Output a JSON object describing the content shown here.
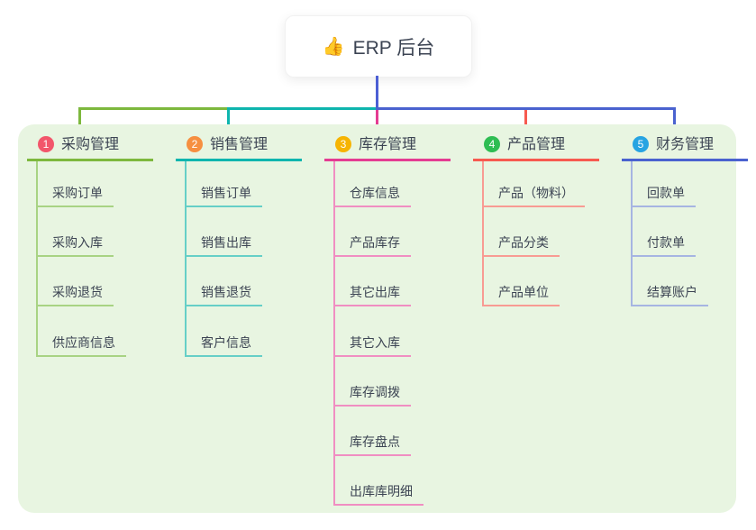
{
  "root": {
    "icon": "👍",
    "title": "ERP 后台"
  },
  "branches": [
    {
      "number": "1",
      "label": "采购管理",
      "line_color": "#7db83d",
      "light_color": "#a8d383",
      "badge_color": "#f2566b",
      "children": [
        "采购订单",
        "采购入库",
        "采购退货",
        "供应商信息"
      ]
    },
    {
      "number": "2",
      "label": "销售管理",
      "line_color": "#0eb5ae",
      "light_color": "#66cfc7",
      "badge_color": "#f68f40",
      "children": [
        "销售订单",
        "销售出库",
        "销售退货",
        "客户信息"
      ]
    },
    {
      "number": "3",
      "label": "库存管理",
      "line_color": "#e43c92",
      "light_color": "#f08ec2",
      "badge_color": "#f6b402",
      "children": [
        "仓库信息",
        "产品库存",
        "其它出库",
        "其它入库",
        "库存调拨",
        "库存盘点",
        "出库库明细"
      ]
    },
    {
      "number": "4",
      "label": "产品管理",
      "line_color": "#f75a50",
      "light_color": "#f89b93",
      "badge_color": "#2ebd53",
      "children": [
        "产品（物料）",
        "产品分类",
        "产品单位"
      ]
    },
    {
      "number": "5",
      "label": "财务管理",
      "line_color": "#4a62cf",
      "light_color": "#a6b5e2",
      "badge_color": "#27a4e2",
      "children": [
        "回款单",
        "付款单",
        "结算账户"
      ]
    }
  ],
  "colors": {
    "panel_bg": "#e8f5e1",
    "trunk": "#4c5fd4",
    "text": "#3c4453",
    "root_bg": "#ffffff"
  }
}
